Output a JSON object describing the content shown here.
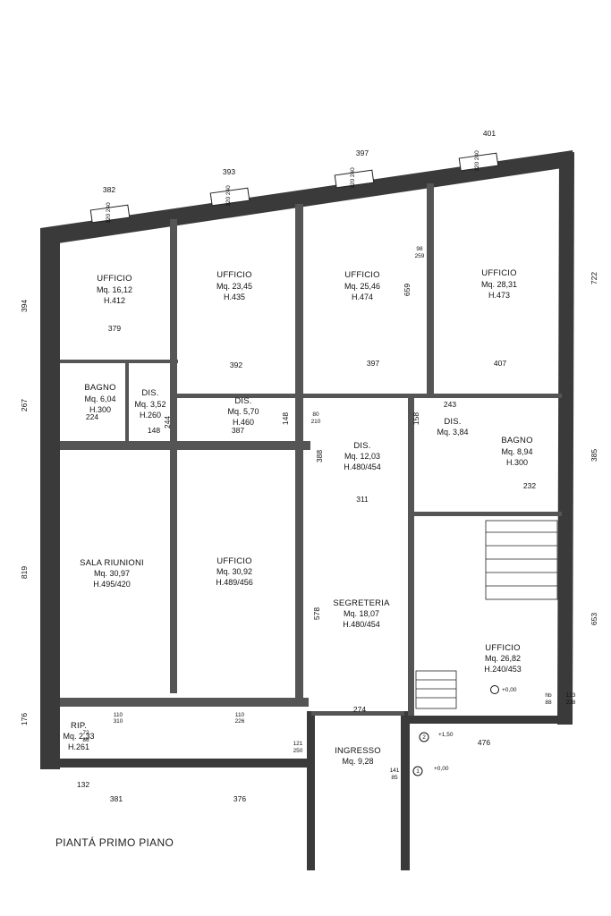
{
  "caption": "PIANTÁ PRIMO PIANO",
  "rooms": {
    "uff1": {
      "name": "UFFICIO",
      "area": "Mq. 16,12",
      "height": "H.412"
    },
    "uff2": {
      "name": "UFFICIO",
      "area": "Mq. 23,45",
      "height": "H.435"
    },
    "uff3": {
      "name": "UFFICIO",
      "area": "Mq. 25,46",
      "height": "H.474"
    },
    "uff4": {
      "name": "UFFICIO",
      "area": "Mq. 28,31",
      "height": "H.473"
    },
    "bagno1": {
      "name": "BAGNO",
      "area": "Mq. 6,04",
      "height": "H.300"
    },
    "dis1": {
      "name": "DIS.",
      "area": "Mq. 3,52",
      "height": "H.260"
    },
    "dis2": {
      "name": "DIS.",
      "area": "Mq. 5,70",
      "height": "H.460"
    },
    "dis3": {
      "name": "DIS.",
      "area": "Mq. 12,03",
      "height": "H.480/454"
    },
    "dis4": {
      "name": "DIS.",
      "area": "Mq. 3,84",
      "height": ""
    },
    "bagno2": {
      "name": "BAGNO",
      "area": "Mq. 8,94",
      "height": "H.300"
    },
    "sala": {
      "name": "SALA RIUNIONI",
      "area": "Mq. 30,97",
      "height": "H.495/420"
    },
    "uff5": {
      "name": "UFFICIO",
      "area": "Mq. 30,92",
      "height": "H.489/456"
    },
    "segreteria": {
      "name": "SEGRETERIA",
      "area": "Mq. 18,07",
      "height": "H.480/454"
    },
    "uff6": {
      "name": "UFFICIO",
      "area": "Mq. 26,82",
      "height": "H.240/453"
    },
    "rip": {
      "name": "RIP.",
      "area": "Mq. 2,33",
      "height": "H.261"
    },
    "ingresso": {
      "name": "INGRESSO",
      "area": "Mq. 9,28",
      "height": ""
    }
  },
  "dims": {
    "d382": "382",
    "d393": "393",
    "d397": "397",
    "d401": "401",
    "d722": "722",
    "d394": "394",
    "d267": "267",
    "d819": "819",
    "d176": "176",
    "d385": "385",
    "d653": "653",
    "d379": "379",
    "d392": "392",
    "d397b": "397",
    "d407": "407",
    "d224": "224",
    "d244": "244",
    "d148a": "148",
    "d387": "387",
    "d148b": "148",
    "d243": "243",
    "d158": "158",
    "d232": "232",
    "d388": "388",
    "d311": "311",
    "d578": "578",
    "d274": "274",
    "d476": "476",
    "d132": "132",
    "d381": "381",
    "d376": "376",
    "d659": "659"
  },
  "small": {
    "w1": "120 240",
    "w2": "120 240",
    "w3": "120 240",
    "w4": "120 240",
    "door_98": "98",
    "door_259": "259",
    "door_80": "80",
    "door_210": "210",
    "door_110a": "110",
    "door_310": "310",
    "door_72": "72",
    "door_86": "86",
    "door_110b": "110",
    "door_226": "226",
    "door_121": "121",
    "door_250": "250",
    "door_141": "141",
    "door_85": "85",
    "door_hb": "hb",
    "door_88": "88",
    "door_123": "123",
    "door_238": "238"
  },
  "levels": {
    "l1": "+0,00",
    "l2": "+1,50",
    "l3": "+0,00"
  },
  "markers": {
    "m1": "1",
    "m2": "2"
  }
}
